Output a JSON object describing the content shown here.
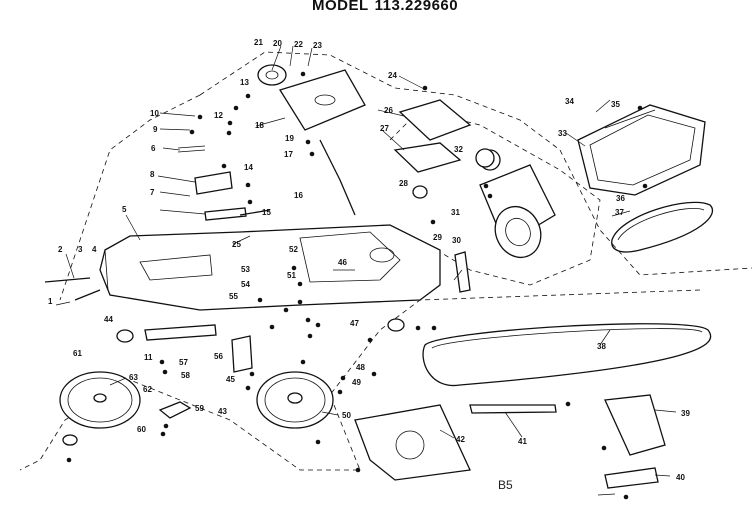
{
  "header": {
    "model_label": "MODEL",
    "model_number": "113.229660"
  },
  "page_code": "B5",
  "callouts": [
    "1",
    "2",
    "3",
    "4",
    "5",
    "6",
    "7",
    "8",
    "9",
    "10",
    "11",
    "12",
    "13",
    "14",
    "15",
    "16",
    "17",
    "18",
    "19",
    "20",
    "21",
    "22",
    "23",
    "24",
    "25",
    "26",
    "27",
    "28",
    "29",
    "30",
    "31",
    "32",
    "33",
    "34",
    "35",
    "36",
    "37",
    "38",
    "39",
    "40",
    "41",
    "42",
    "43",
    "44",
    "45",
    "46",
    "47",
    "48",
    "49",
    "50",
    "51",
    "52",
    "53",
    "54",
    "55",
    "56",
    "57",
    "58",
    "59",
    "60",
    "61",
    "62",
    "63"
  ]
}
